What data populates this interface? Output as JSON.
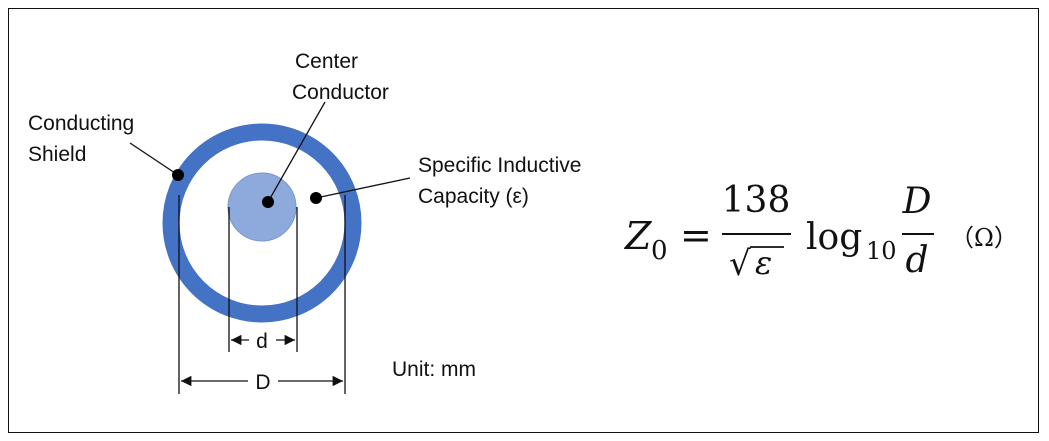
{
  "labels": {
    "center_conductor_line1": "Center",
    "center_conductor_line2": "Conductor",
    "conducting_shield_line1": "Conducting",
    "conducting_shield_line2": "Shield",
    "sic_line1": "Specific Inductive",
    "sic_line2": "Capacity (ε)",
    "inner_diameter": "d",
    "outer_diameter": "D",
    "unit": "Unit: mm"
  },
  "formula": {
    "lhs_symbol": "Z",
    "lhs_subscript": "0",
    "equals": "=",
    "numerator": "138",
    "sqrt_symbol": "√",
    "denominator_var": "ε",
    "log_text": "log",
    "log_base": "10",
    "fraction_num": "D",
    "fraction_den": "d",
    "unit": "（Ω）"
  },
  "colors": {
    "shield": "#4472C4",
    "conductor": "#8EA9DB",
    "line": "#111111"
  }
}
